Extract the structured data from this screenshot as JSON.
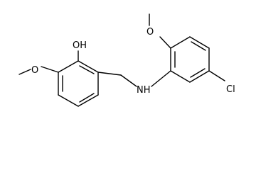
{
  "figure": {
    "kind": "structural-formula",
    "line_color": "#000000",
    "background": "#ffffff"
  },
  "atoms": {
    "hydroxyl": "OH",
    "methoxy_left": "O",
    "amine": "NH",
    "methoxy_right": "O",
    "chlorine": "Cl"
  }
}
